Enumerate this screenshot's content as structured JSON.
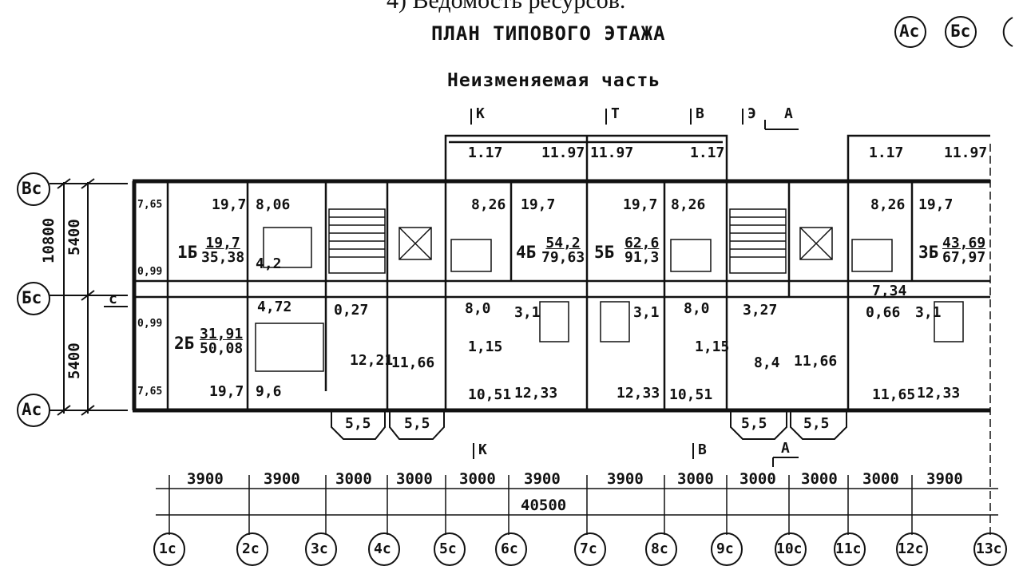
{
  "header_text": "4) Ведомость ресурсов.",
  "title": "ПЛАН ТИПОВОГО ЭТАЖА",
  "subtitle": "Неизменяемая часть",
  "axis_bubbles_top": [
    "Ac",
    "Бс"
  ],
  "axis_bubbles_left": [
    "Вс",
    "Бс",
    "Ac"
  ],
  "left_dimensions": {
    "overall": "10800",
    "upper": "5400",
    "lower": "5400"
  },
  "section_marks": {
    "top": [
      "К",
      "Т",
      "В",
      "Э"
    ],
    "bottom": [
      "К",
      "В"
    ],
    "cut": "А",
    "corridor": "с"
  },
  "small_values": {
    "v_765_top": "7,65",
    "v_099_a": "0,99",
    "v_099_b": "0,99",
    "v_765_bottom": "7,65"
  },
  "loggia_areas": {
    "a1": "1.17",
    "a2": "11.97",
    "a3": "11.97",
    "a4": "1.17",
    "a5": "1.17",
    "a6": "11.97"
  },
  "upper_rooms": {
    "r1": "19,7",
    "r2": "8,06",
    "r3": "8,26",
    "r4": "19,7",
    "r5": "19,7",
    "r6": "8,26",
    "r7": "8,26",
    "r8": "19,7",
    "r9": "4,2",
    "r10": "7,34"
  },
  "apartments": {
    "a1b": {
      "label": "1Б",
      "living": "19,7",
      "total": "35,38"
    },
    "a4b": {
      "label": "4Б",
      "living": "54,2",
      "total": "79,63"
    },
    "a5b": {
      "label": "5Б",
      "living": "62,6",
      "total": "91,3"
    },
    "a3b": {
      "label": "3Б",
      "living": "43,69",
      "total": "67,97"
    },
    "a2b": {
      "label": "2Б",
      "living": "31,91",
      "total": "50,08"
    }
  },
  "lower_rooms": {
    "r1": "4,72",
    "r2": "0,27",
    "r3": "8,0",
    "r4": "3,1",
    "r5": "3,1",
    "r6": "8,0",
    "r7": "3,27",
    "r8": "0,66",
    "r9": "3,1",
    "r10": "1,15",
    "r11": "1,15",
    "r12": "12,21",
    "r13": "11,66",
    "r14": "8,4",
    "r15": "11,66",
    "r16": "19,7",
    "r17": "9,6",
    "r18": "10,51",
    "r19": "12,33",
    "r20": "12,33",
    "r21": "10,51",
    "r22": "11,65",
    "r23": "12,33"
  },
  "balconies": [
    "5,5",
    "5,5",
    "5,5",
    "5,5"
  ],
  "span_dimensions": [
    "3900",
    "3900",
    "3000",
    "3000",
    "3000",
    "3900",
    "3900",
    "3000",
    "3000",
    "3000",
    "3000",
    "3900"
  ],
  "total_length": "40500",
  "axis_bubbles_bottom": [
    "1с",
    "2с",
    "3с",
    "4с",
    "5с",
    "6с",
    "7с",
    "8с",
    "9с",
    "10с",
    "11с",
    "12с",
    "13с"
  ]
}
